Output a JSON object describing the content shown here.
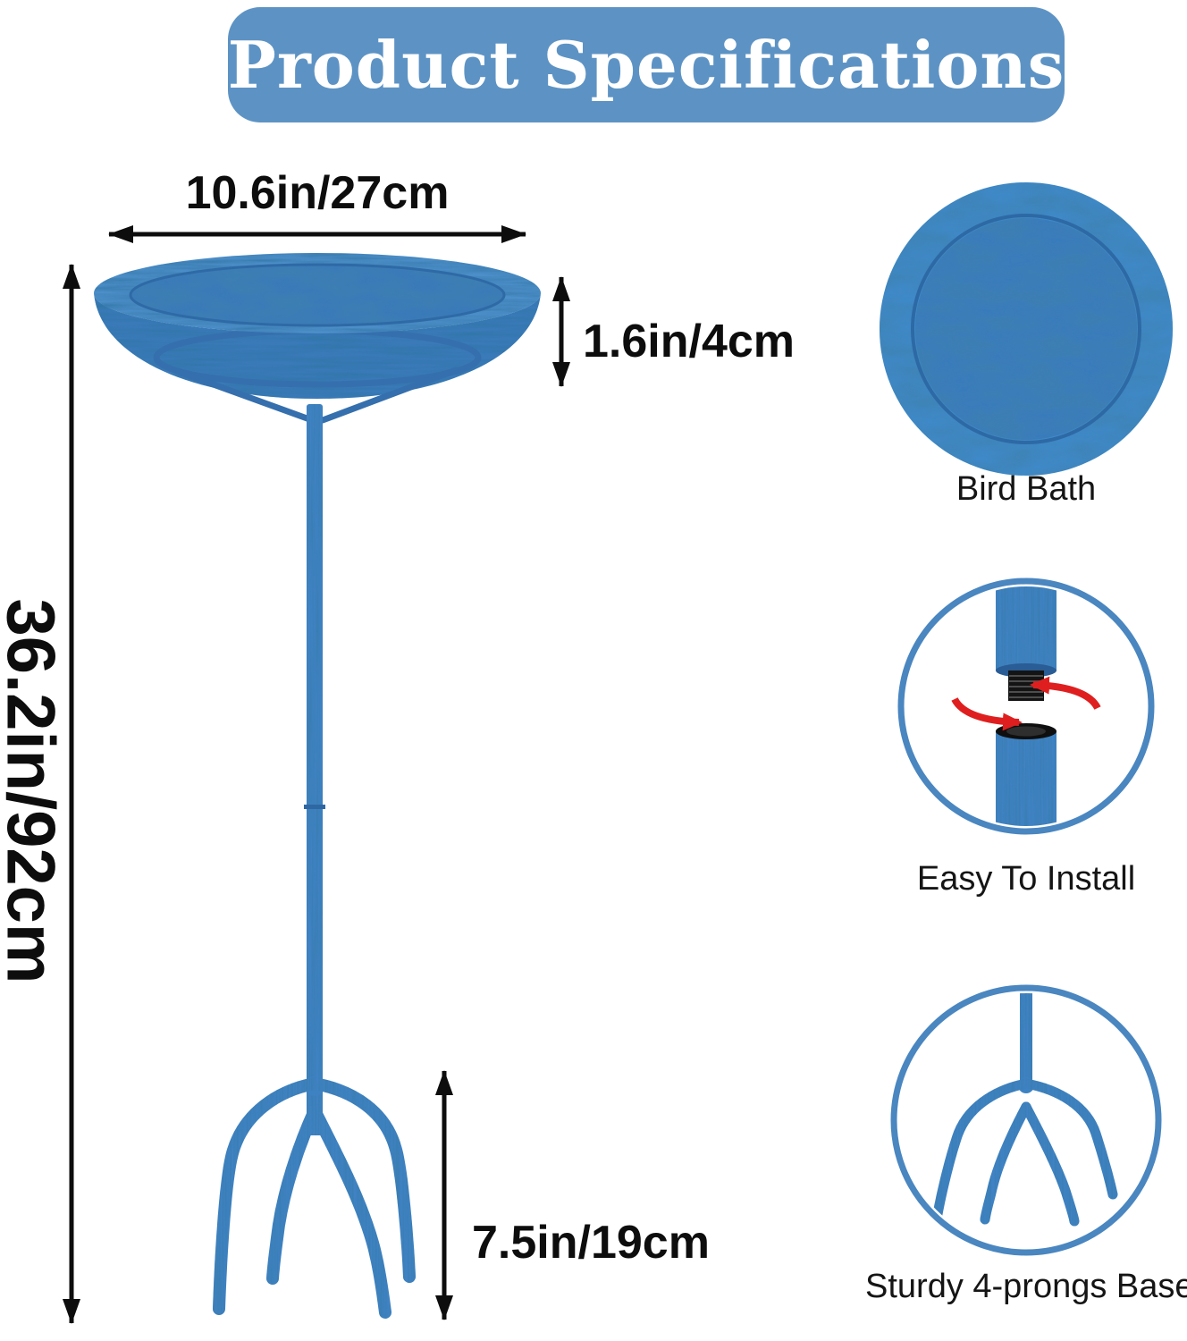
{
  "banner": {
    "title": "Product Specifications"
  },
  "diagram": {
    "dim_width": "10.6in/27cm",
    "dim_depth": "1.6in/4cm",
    "dim_height": "36.2in/92cm",
    "dim_stake": "7.5in/19cm"
  },
  "callouts": {
    "bird_bath": "Bird Bath",
    "install": "Easy To Install",
    "base": "Sturdy 4-prongs Base"
  },
  "colors": {
    "banner_blue": "#5d93c4",
    "product_blue": "#3f82c3",
    "arrow_black": "#0d0d0d",
    "rotate_red": "#df1f1f"
  }
}
